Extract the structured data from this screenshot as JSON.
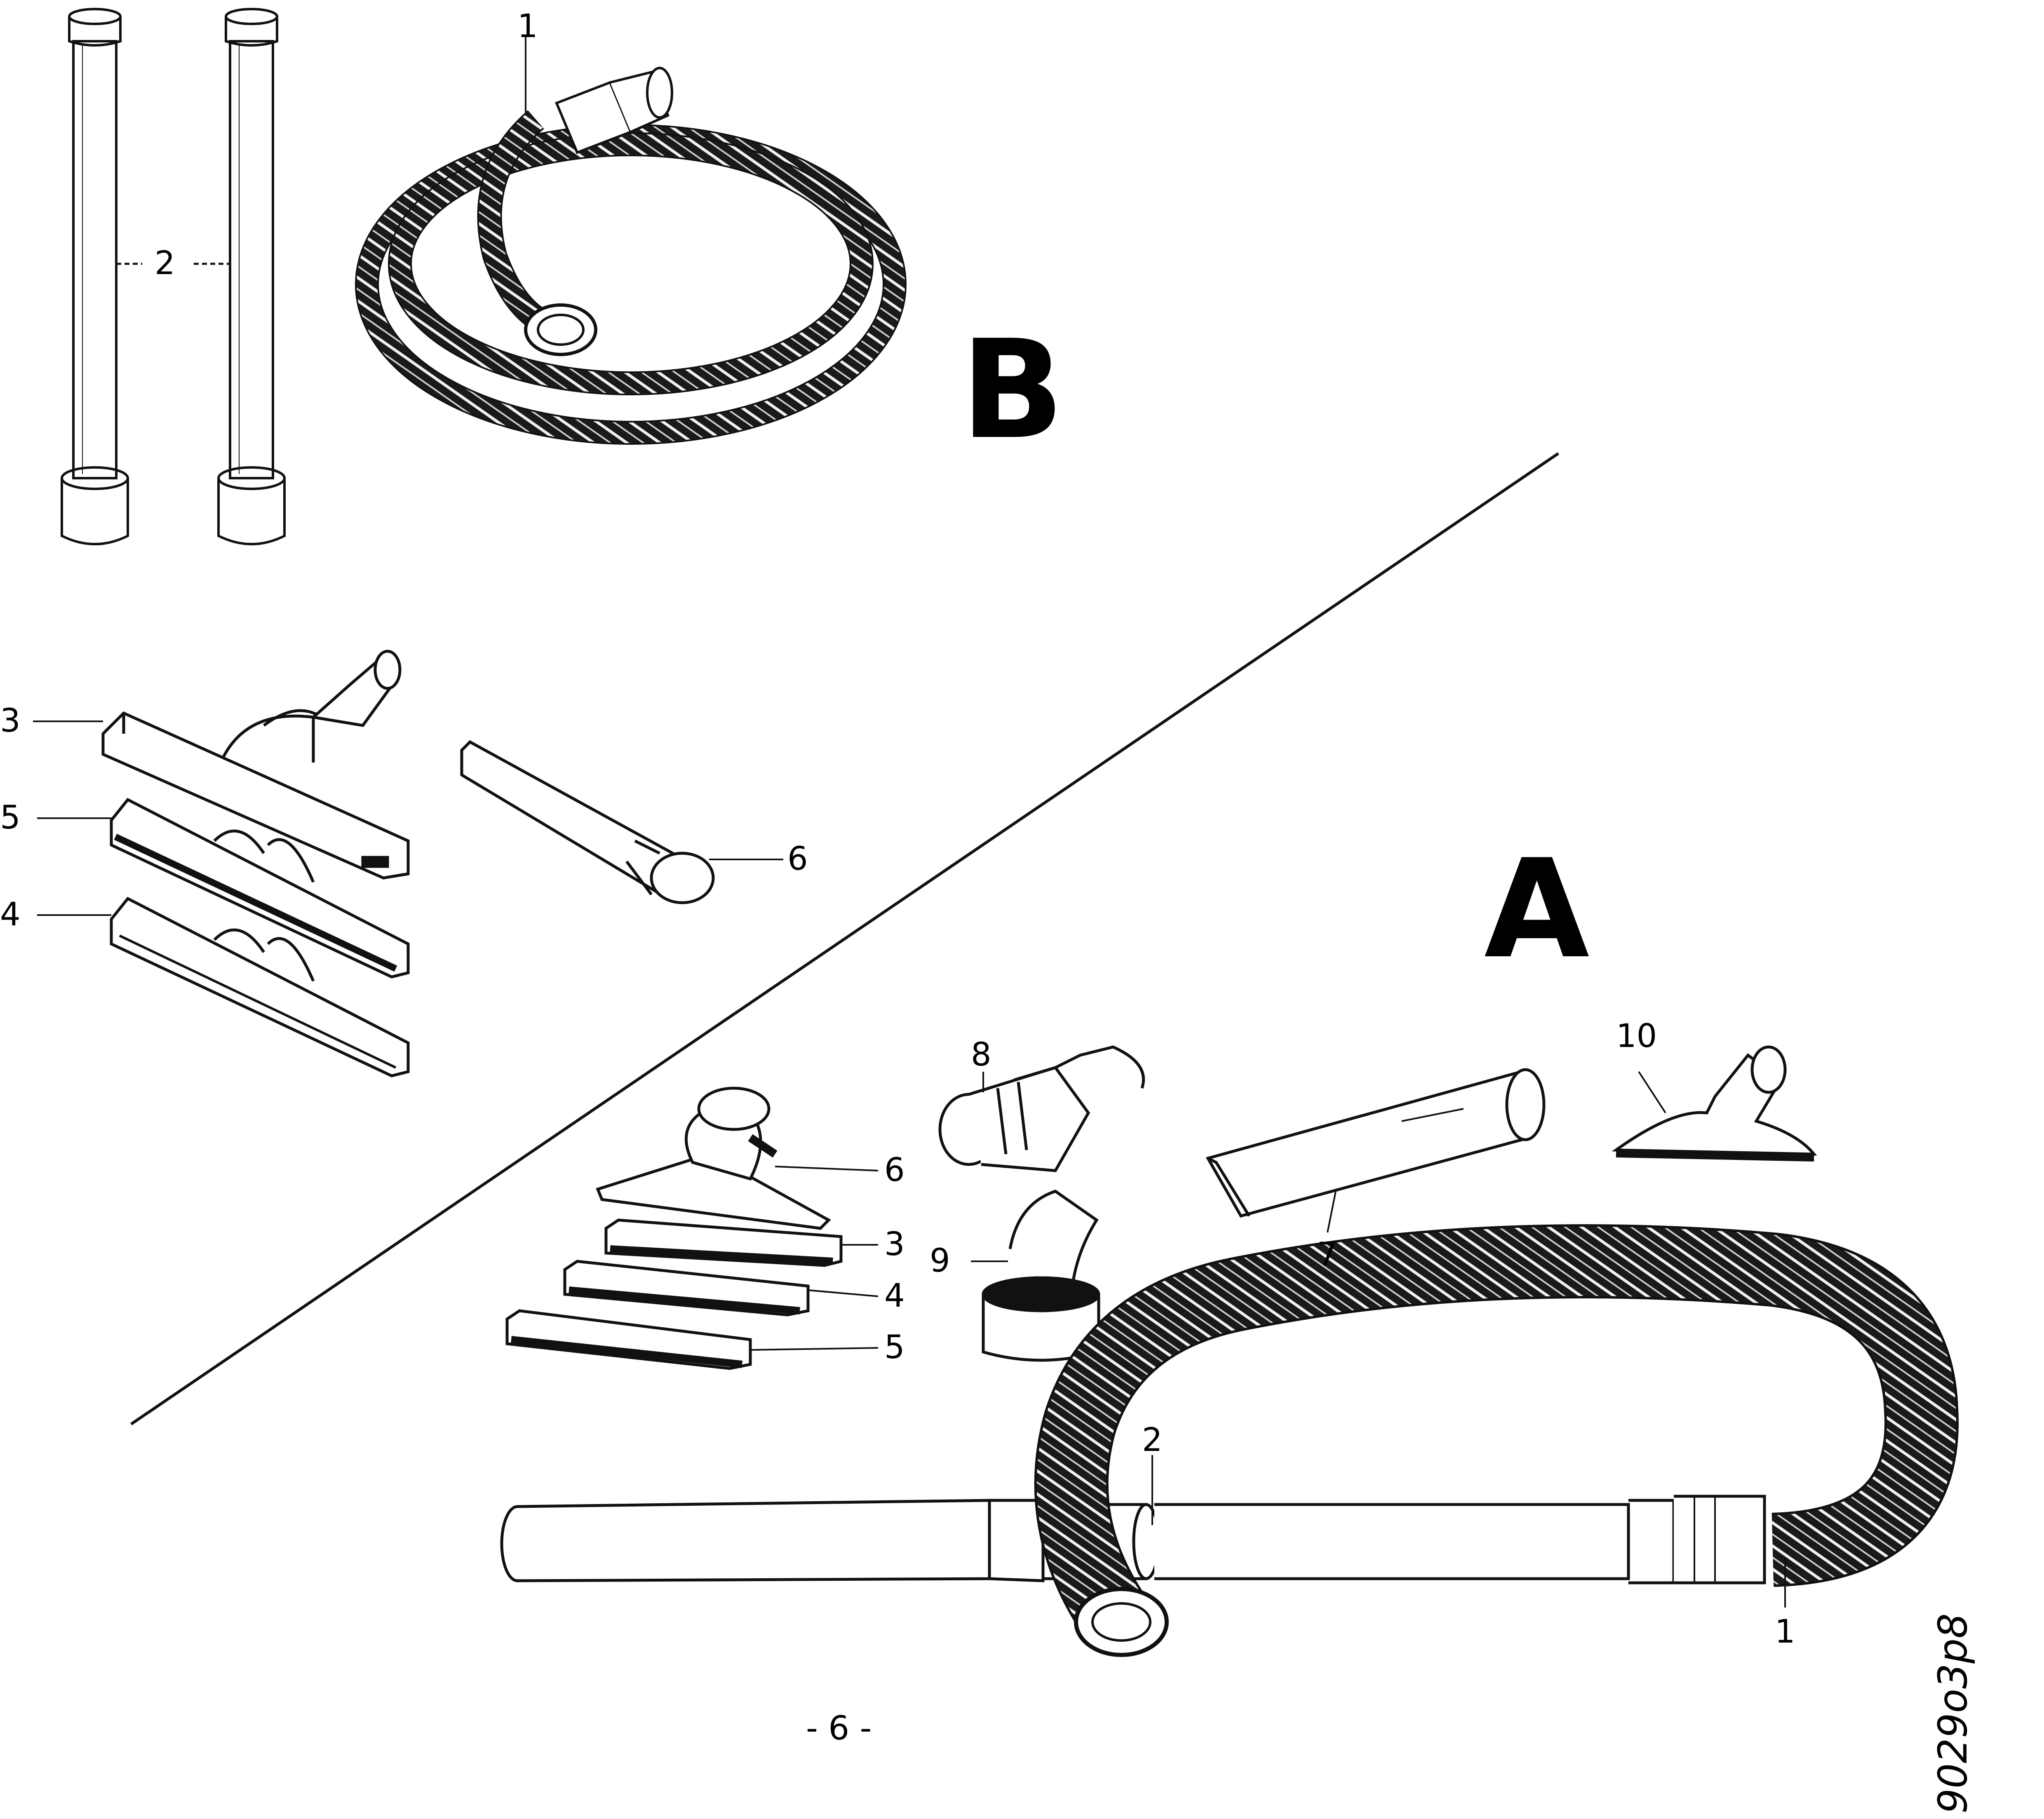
{
  "section_labels": {
    "top": "B",
    "bottom": "A"
  },
  "b_labels": {
    "hose": "1",
    "tubes": "2",
    "floor_nozzle": "3",
    "insert_4": "4",
    "insert_5": "5",
    "crevice": "6"
  },
  "a_labels": {
    "hose": "1",
    "tube": "2",
    "strip_3": "3",
    "strip_4": "4",
    "strip_5": "5",
    "nozzle_6": "6",
    "crevice_7": "7",
    "adapter_8": "8",
    "elbow_9": "9",
    "brush_10": "10"
  },
  "page_number": "- 6 -",
  "drawing_code": "9029o3p8",
  "colors": {
    "ink": "#111111",
    "paper": "#ffffff"
  }
}
